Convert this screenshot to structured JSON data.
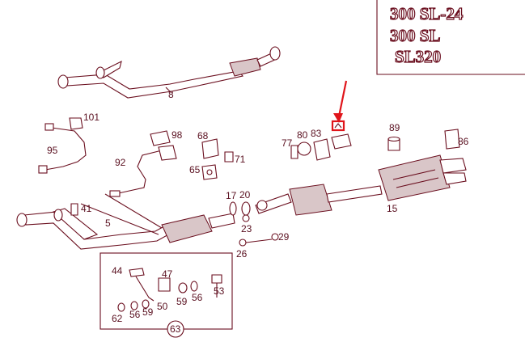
{
  "model_badges": [
    "300 SL-24",
    "300 SL",
    "SL320"
  ],
  "part_numbers": {
    "p8": "8",
    "p101": "101",
    "p95": "95",
    "p98": "98",
    "p68": "68",
    "p92": "92",
    "p71": "71",
    "p65": "65",
    "p77": "77",
    "p80": "80",
    "p83": "83",
    "p89": "89",
    "p86": "86",
    "p41": "41",
    "p5": "5",
    "p17": "17",
    "p20": "20",
    "p23": "23",
    "p15": "15",
    "p26": "26",
    "p29": "29",
    "p44": "44",
    "p47": "47",
    "p53": "53",
    "p50": "50",
    "p59": "59",
    "p56a": "56",
    "p56b": "56",
    "p62": "62",
    "p63": "63"
  },
  "colors": {
    "line": "#6a0e1e",
    "highlight": "#e0151b",
    "background": "#ffffff"
  }
}
